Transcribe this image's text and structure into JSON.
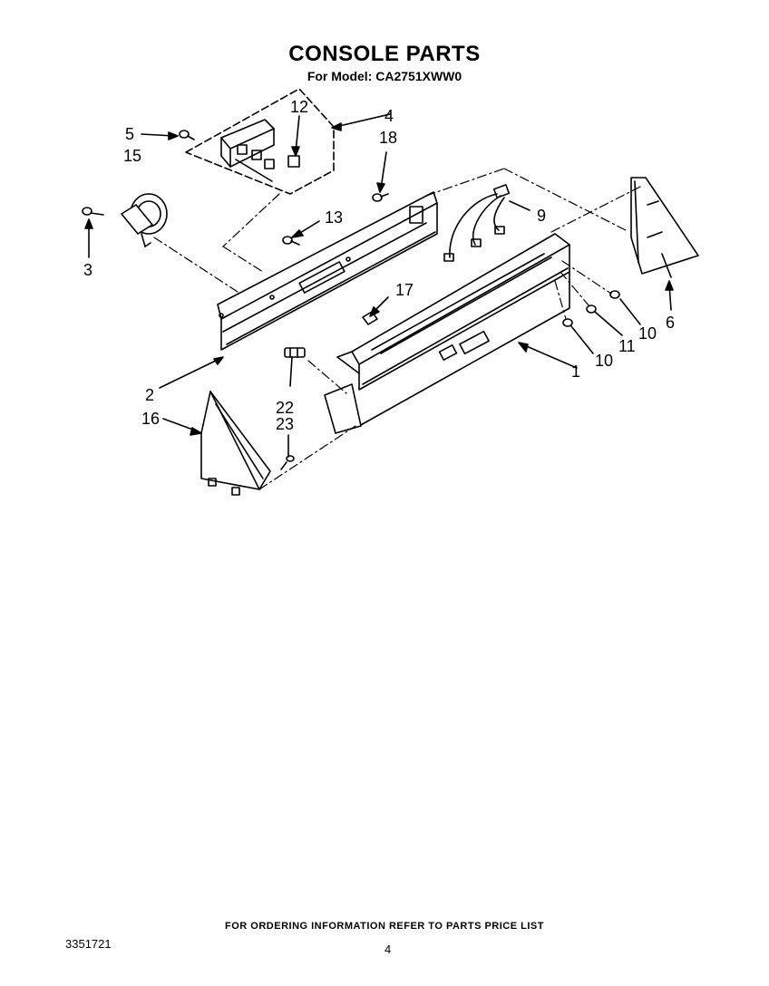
{
  "title": "CONSOLE PARTS",
  "subtitle": "For Model: CA2751XWW0",
  "footer": "FOR ORDERING INFORMATION REFER TO PARTS PRICE LIST",
  "doc_number": "3351721",
  "page_number": "4",
  "callouts": {
    "c1": "1",
    "c2": "2",
    "c3": "3",
    "c4": "4",
    "c5": "5",
    "c6": "6",
    "c9": "9",
    "c10a": "10",
    "c10b": "10",
    "c11": "11",
    "c12": "12",
    "c13": "13",
    "c15": "15",
    "c16": "16",
    "c17": "17",
    "c18": "18",
    "c22": "22",
    "c23": "23"
  }
}
